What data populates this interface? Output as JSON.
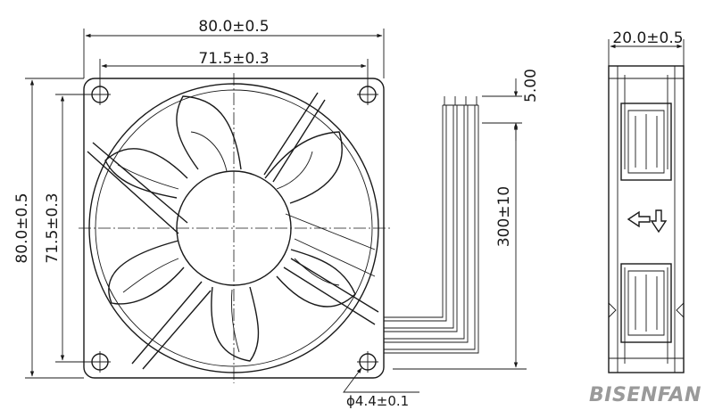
{
  "front_view": {
    "width_overall": "80.0±0.5",
    "width_hole_spacing": "71.5±0.3",
    "height_overall": "80.0±0.5",
    "height_hole_spacing": "71.5±0.3",
    "hole_diameter": "ϕ4.4±0.1"
  },
  "leads": {
    "strip_length": "5.00",
    "lead_length": "300±10"
  },
  "side_view": {
    "thickness": "20.0±0.5"
  },
  "brand": {
    "logo_text": "BISENFAN",
    "color": "#9a9a9a"
  },
  "colors": {
    "line": "#1a1a1a",
    "background": "#ffffff"
  }
}
